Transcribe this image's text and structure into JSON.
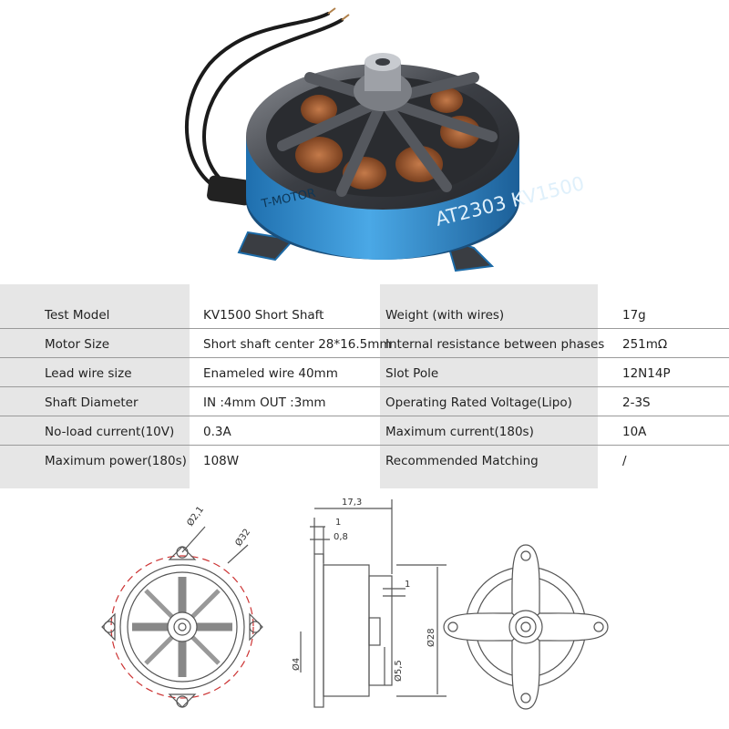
{
  "product": {
    "brand_label": "T-MOTOR",
    "model_label": "AT2303 KV1500"
  },
  "specs": [
    {
      "label": "Test Model",
      "value": "KV1500 Short Shaft",
      "label2": "Weight (with wires)",
      "value2": "17g"
    },
    {
      "label": "Motor Size",
      "value": "Short shaft center 28*16.5mm",
      "label2": "Internal resistance between phases",
      "value2": "251mΩ"
    },
    {
      "label": "Lead wire size",
      "value": "Enameled wire 40mm",
      "label2": "Slot Pole",
      "value2": "12N14P"
    },
    {
      "label": "Shaft Diameter",
      "value": "IN :4mm  OUT :3mm",
      "label2": "Operating Rated Voltage(Lipo)",
      "value2": "2-3S"
    },
    {
      "label": "No-load current(10V)",
      "value": "0.3A",
      "label2": "Maximum current(180s)",
      "value2": "10A"
    },
    {
      "label": "Maximum power(180s)",
      "value": "108W",
      "label2": "Recommended Matching",
      "value2": "/"
    }
  ],
  "dimensions": {
    "bolt_hole": "Ø2,1",
    "mount_circle": "Ø32",
    "total_length": "17,3",
    "dim_1a": "1",
    "dim_08": "0,8",
    "dim_1b": "1",
    "shaft_out": "Ø4",
    "shaft_in": "Ø5,5",
    "body_dia": "Ø28"
  }
}
